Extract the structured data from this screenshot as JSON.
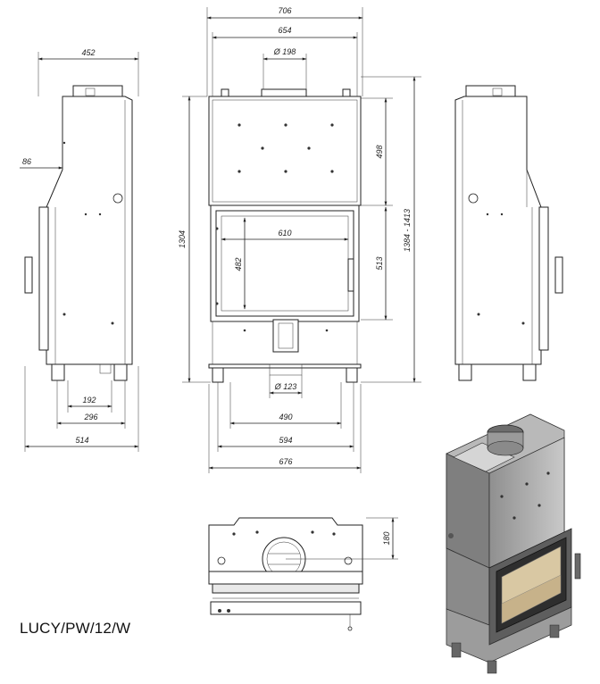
{
  "model_label": "LUCY/PW/12/W",
  "dimensions": {
    "total_width": "706",
    "inner_width_top": "654",
    "flue_top": "Ø 198",
    "side_depth": "452",
    "side_offset": "86",
    "total_height": "1304",
    "upper_height": "498",
    "door_width": "610",
    "door_height": "482",
    "door_frame_height": "513",
    "height_range": "1384 - 1413",
    "inlet_bottom": "Ø 123",
    "base_490": "490",
    "base_594": "594",
    "base_676": "676",
    "side_192": "192",
    "side_296": "296",
    "side_514": "514",
    "plan_180": "180"
  }
}
